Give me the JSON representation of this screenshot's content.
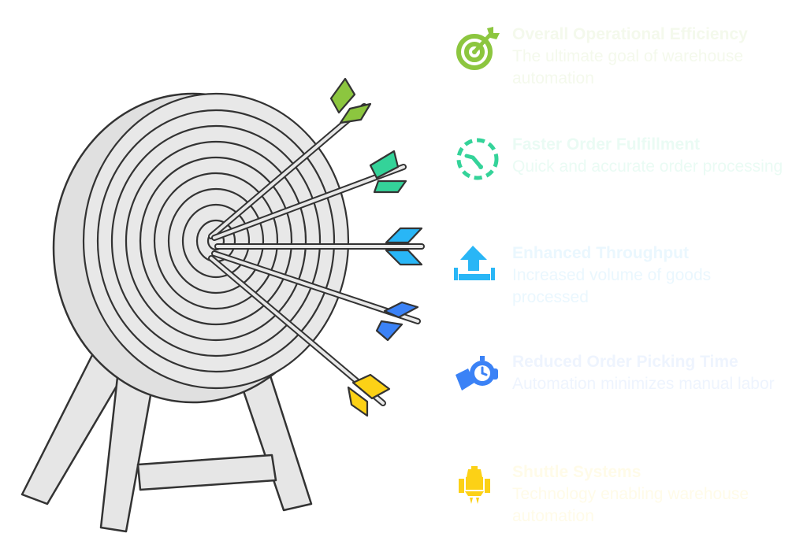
{
  "items": [
    {
      "title": "Overall Operational Efficiency",
      "description": "The ultimate goal of warehouse automation",
      "icon": "target-icon",
      "color": "#8cc63f",
      "text_color": "#f4f9ec"
    },
    {
      "title": "Faster Order Fulfillment",
      "description": "Quick and accurate order processing",
      "icon": "stopwatch-icon",
      "color": "#34d399",
      "text_color": "#eafbf4"
    },
    {
      "title": "Enhanced Throughput",
      "description": "Increased volume of goods processed",
      "icon": "upload-arrow-icon",
      "color": "#29b6f6",
      "text_color": "#eaf7fe"
    },
    {
      "title": "Reduced Order Picking Time",
      "description": "Automation minimizes manual labor",
      "icon": "hand-timer-icon",
      "color": "#3b82f6",
      "text_color": "#eef4fe"
    },
    {
      "title": "Shuttle Systems",
      "description": "Technology enabling warehouse automation",
      "icon": "rocket-icon",
      "color": "#fcd116",
      "text_color": "#fffbe8"
    }
  ]
}
